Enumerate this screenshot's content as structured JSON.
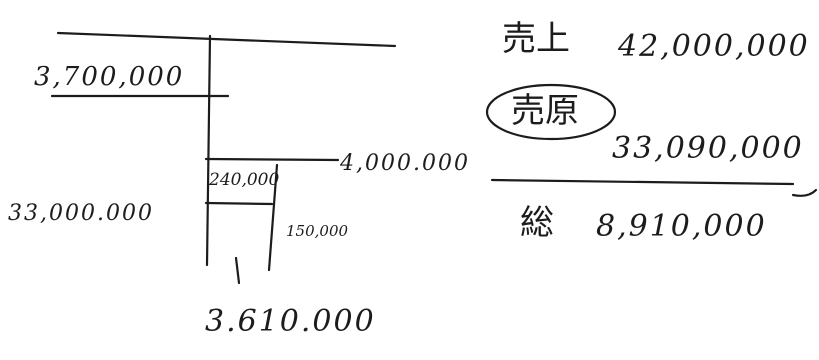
{
  "left_note": {
    "beginning_value": "3,700,000",
    "left_value": "33,000.000",
    "inner_value": "240,000",
    "right_arrow_value": "4,000.000",
    "lower_value": "150,000",
    "bottom_value": "3.610.000"
  },
  "right_note": {
    "sales_label": "売上",
    "sales_value": "42,000,000",
    "cost_label": "売原",
    "cost_value": "33,090,000",
    "gross_label": "総",
    "gross_value": "8,910,000"
  },
  "colors": {
    "ink": "#1c1c1c",
    "paper": "#ffffff"
  }
}
